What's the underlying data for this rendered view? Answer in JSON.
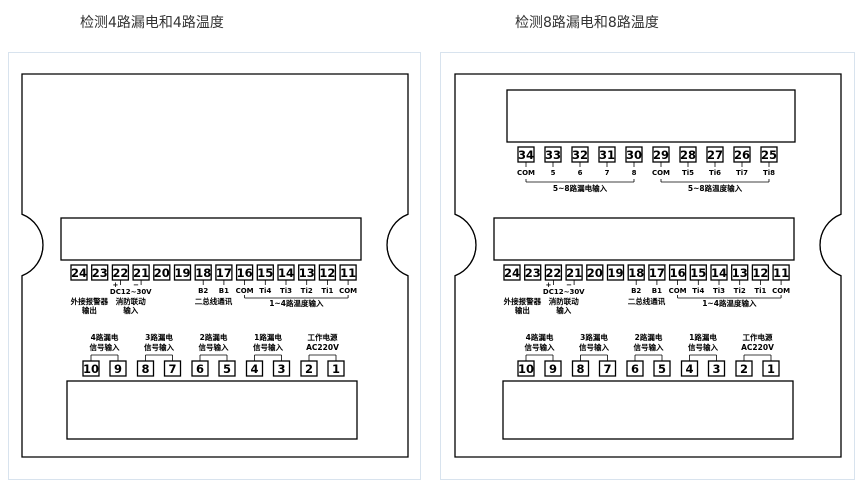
{
  "left": {
    "heading": "检测4路漏电和4路温度",
    "terminals_upper": [
      {
        "num": "24",
        "label": ""
      },
      {
        "num": "23",
        "label": ""
      },
      {
        "num": "22",
        "label": ""
      },
      {
        "num": "21",
        "label": ""
      },
      {
        "num": "20",
        "label": ""
      },
      {
        "num": "19",
        "label": ""
      },
      {
        "num": "18",
        "label": "B2"
      },
      {
        "num": "17",
        "label": "B1"
      },
      {
        "num": "16",
        "label": "COM"
      },
      {
        "num": "15",
        "label": "Ti4"
      },
      {
        "num": "14",
        "label": "Ti3"
      },
      {
        "num": "13",
        "label": "Ti2"
      },
      {
        "num": "12",
        "label": "Ti1"
      },
      {
        "num": "11",
        "label": "COM"
      }
    ],
    "alarm_label_1": "外接报警器",
    "alarm_label_2": "输出",
    "plus": "+",
    "minus": "−",
    "dc_label": "DC12~30V",
    "fire_label_1": "消防联动",
    "fire_label_2": "输入",
    "bus_label": "二总线通讯",
    "temp_group_label": "1~4路温度输入",
    "terminals_lower": [
      "10",
      "9",
      "8",
      "7",
      "6",
      "5",
      "4",
      "3",
      "2",
      "1"
    ],
    "lower_groups": [
      {
        "line1": "4路漏电",
        "line2": "信号输入"
      },
      {
        "line1": "3路漏电",
        "line2": "信号输入"
      },
      {
        "line1": "2路漏电",
        "line2": "信号输入"
      },
      {
        "line1": "1路漏电",
        "line2": "信号输入"
      },
      {
        "line1": "工作电源",
        "line2": "AC220V"
      }
    ]
  },
  "right": {
    "heading": "检测8路漏电和8路温度",
    "terminals_top": [
      {
        "num": "34",
        "label": "COM"
      },
      {
        "num": "33",
        "label": "5"
      },
      {
        "num": "32",
        "label": "6"
      },
      {
        "num": "31",
        "label": "7"
      },
      {
        "num": "30",
        "label": "8"
      },
      {
        "num": "29",
        "label": "COM"
      },
      {
        "num": "28",
        "label": "Ti5"
      },
      {
        "num": "27",
        "label": "Ti6"
      },
      {
        "num": "26",
        "label": "Ti7"
      },
      {
        "num": "25",
        "label": "Ti8"
      }
    ],
    "leak_group_label": "5~8路漏电输入",
    "temp_group_label_top": "5~8路温度输入",
    "terminals_upper": [
      {
        "num": "24",
        "label": ""
      },
      {
        "num": "23",
        "label": ""
      },
      {
        "num": "22",
        "label": ""
      },
      {
        "num": "21",
        "label": ""
      },
      {
        "num": "20",
        "label": ""
      },
      {
        "num": "19",
        "label": ""
      },
      {
        "num": "18",
        "label": "B2"
      },
      {
        "num": "17",
        "label": "B1"
      },
      {
        "num": "16",
        "label": "COM"
      },
      {
        "num": "15",
        "label": "Ti4"
      },
      {
        "num": "14",
        "label": "Ti3"
      },
      {
        "num": "13",
        "label": "Ti2"
      },
      {
        "num": "12",
        "label": "Ti1"
      },
      {
        "num": "11",
        "label": "COM"
      }
    ],
    "alarm_label_1": "外接报警器",
    "alarm_label_2": "输出",
    "plus": "+",
    "minus": "−",
    "dc_label": "DC12~30V",
    "fire_label_1": "消防联动",
    "fire_label_2": "输入",
    "bus_label": "二总线通讯",
    "temp_group_label": "1~4路温度输入",
    "terminals_lower": [
      "10",
      "9",
      "8",
      "7",
      "6",
      "5",
      "4",
      "3",
      "2",
      "1"
    ],
    "lower_groups": [
      {
        "line1": "4路漏电",
        "line2": "信号输入"
      },
      {
        "line1": "3路漏电",
        "line2": "信号输入"
      },
      {
        "line1": "2路漏电",
        "line2": "信号输入"
      },
      {
        "line1": "1路漏电",
        "line2": "信号输入"
      },
      {
        "line1": "工作电源",
        "line2": "AC220V"
      }
    ]
  }
}
